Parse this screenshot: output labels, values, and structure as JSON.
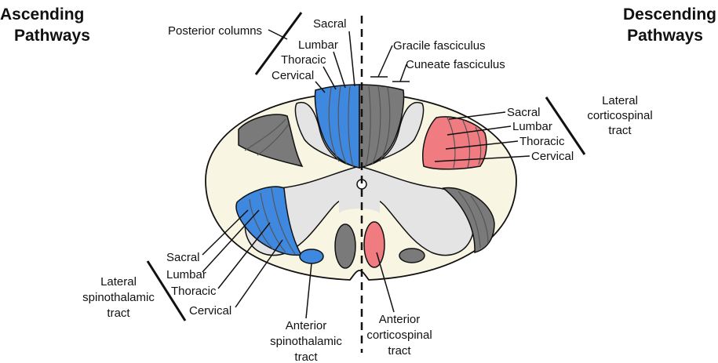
{
  "headers": {
    "ascending_line1": "Ascending",
    "ascending_line2": "Pathways",
    "descending_line1": "Descending",
    "descending_line2": "Pathways"
  },
  "posterior_columns": {
    "group_label": "Posterior columns",
    "sacral": "Sacral",
    "lumbar": "Lumbar",
    "thoracic": "Thoracic",
    "cervical": "Cervical"
  },
  "fasciculi": {
    "gracile": "Gracile fasciculus",
    "cuneate": "Cuneate fasciculus"
  },
  "lateral_corticospinal": {
    "line1": "Lateral",
    "line2": "corticospinal",
    "line3": "tract",
    "sacral": "Sacral",
    "lumbar": "Lumbar",
    "thoracic": "Thoracic",
    "cervical": "Cervical"
  },
  "lateral_spinothalamic": {
    "line1": "Lateral",
    "line2": "spinothalamic",
    "line3": "tract",
    "sacral": "Sacral",
    "lumbar": "Lumbar",
    "thoracic": "Thoracic",
    "cervical": "Cervical"
  },
  "anterior_spinothalamic": {
    "line1": "Anterior",
    "line2": "spinothalamic",
    "line3": "tract"
  },
  "anterior_corticospinal": {
    "line1": "Anterior",
    "line2": "corticospinal",
    "line3": "tract"
  },
  "colors": {
    "white_matter": "#f8f5e3",
    "grey_matter": "#e4e4e4",
    "sensory_blue": "#3f88e0",
    "motor_pink": "#f07b80",
    "tract_grey": "#7a7a7a",
    "outline": "#111111"
  }
}
